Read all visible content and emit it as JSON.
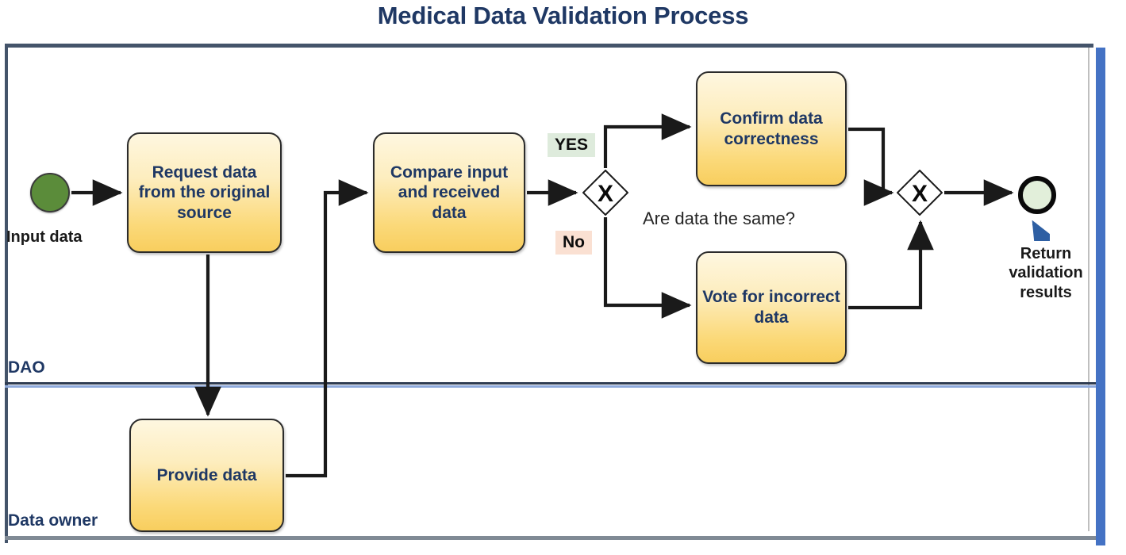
{
  "title": "Medical Data Validation Process",
  "lanes": [
    {
      "id": "dao",
      "label": "DAO"
    },
    {
      "id": "data-owner",
      "label": "Data owner"
    }
  ],
  "events": {
    "start": {
      "label": "Input data",
      "type": "start-event",
      "fill": "#5B8C3A"
    },
    "end": {
      "label": "Return validation results",
      "type": "end-event",
      "fill": "#E2EFDA"
    }
  },
  "tasks": [
    {
      "id": "request",
      "label": "Request data from the original source",
      "lane": "dao"
    },
    {
      "id": "compare",
      "label": "Compare input and received data",
      "lane": "dao"
    },
    {
      "id": "confirm",
      "label": "Confirm data correctness",
      "lane": "dao"
    },
    {
      "id": "vote",
      "label": "Vote for incorrect data",
      "lane": "dao"
    },
    {
      "id": "provide",
      "label": "Provide data",
      "lane": "data-owner"
    }
  ],
  "gateways": [
    {
      "id": "decision",
      "symbol": "X",
      "type": "exclusive-gateway",
      "question": "Are data the same?"
    },
    {
      "id": "merge",
      "symbol": "X",
      "type": "exclusive-gateway",
      "question": ""
    }
  ],
  "conditions": {
    "yes": {
      "label": "YES",
      "background": "#DEEBDC"
    },
    "no": {
      "label": "No",
      "background": "#FAE0D2"
    }
  },
  "colors": {
    "title_text": "#1F3864",
    "task_text": "#1F3864",
    "task_fill_top": "#FEF7E0",
    "task_fill_bottom": "#F8CE5E",
    "pool_border_dark": "#44546A",
    "pool_border_blue": "#4472C4",
    "lane_divider_light": "#8EA9DB",
    "connector": "#1A1A1A",
    "annotation_arrow": "#2E5FA3"
  },
  "flows": [
    {
      "from": "start",
      "to": "request"
    },
    {
      "from": "request",
      "to": "provide"
    },
    {
      "from": "provide",
      "to": "compare"
    },
    {
      "from": "compare",
      "to": "decision"
    },
    {
      "from": "decision",
      "to": "confirm",
      "condition": "YES"
    },
    {
      "from": "decision",
      "to": "vote",
      "condition": "No"
    },
    {
      "from": "confirm",
      "to": "merge"
    },
    {
      "from": "vote",
      "to": "merge"
    },
    {
      "from": "merge",
      "to": "end"
    }
  ]
}
